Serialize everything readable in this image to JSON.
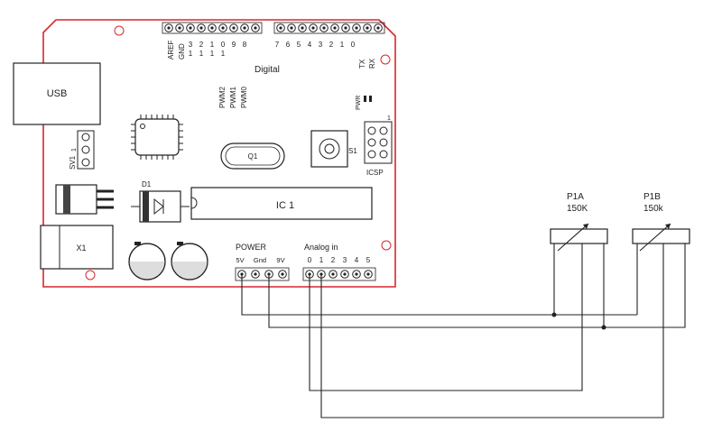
{
  "board": {
    "usb_label": "USB",
    "x1_label": "X1",
    "d1_label": "D1",
    "sv1_label": "SV1",
    "sv1_pin": "1",
    "digital_label": "Digital",
    "pin_aref": "AREF",
    "pin_gnd": "GND",
    "digital_pin_labels": [
      "3\n1",
      "2\n1",
      "1\n1",
      "0\n1",
      "9",
      "8",
      "7",
      "6",
      "5",
      "4",
      "3",
      "2",
      "1",
      "0"
    ],
    "tx_label": "TX",
    "rx_label": "RX",
    "pwm_labels": [
      "PWM2",
      "PWM1",
      "PWM0"
    ],
    "pwr_label": "PWR",
    "s1_label": "S1",
    "icsp_label": "ICSP",
    "icsp_pin": "1",
    "q1_label": "Q1",
    "ic1_label": "IC 1",
    "power_header_label": "POWER",
    "power_pins": [
      "5V",
      "Gnd",
      "9V"
    ],
    "analog_header_label": "Analog in",
    "analog_pins": [
      "0",
      "1",
      "2",
      "3",
      "4",
      "5"
    ]
  },
  "potentiometers": [
    {
      "id": "P1A",
      "value": "150K"
    },
    {
      "id": "P1B",
      "value": "150k"
    }
  ],
  "colors": {
    "board_outline": "#d9262b",
    "wire": "#222222"
  }
}
